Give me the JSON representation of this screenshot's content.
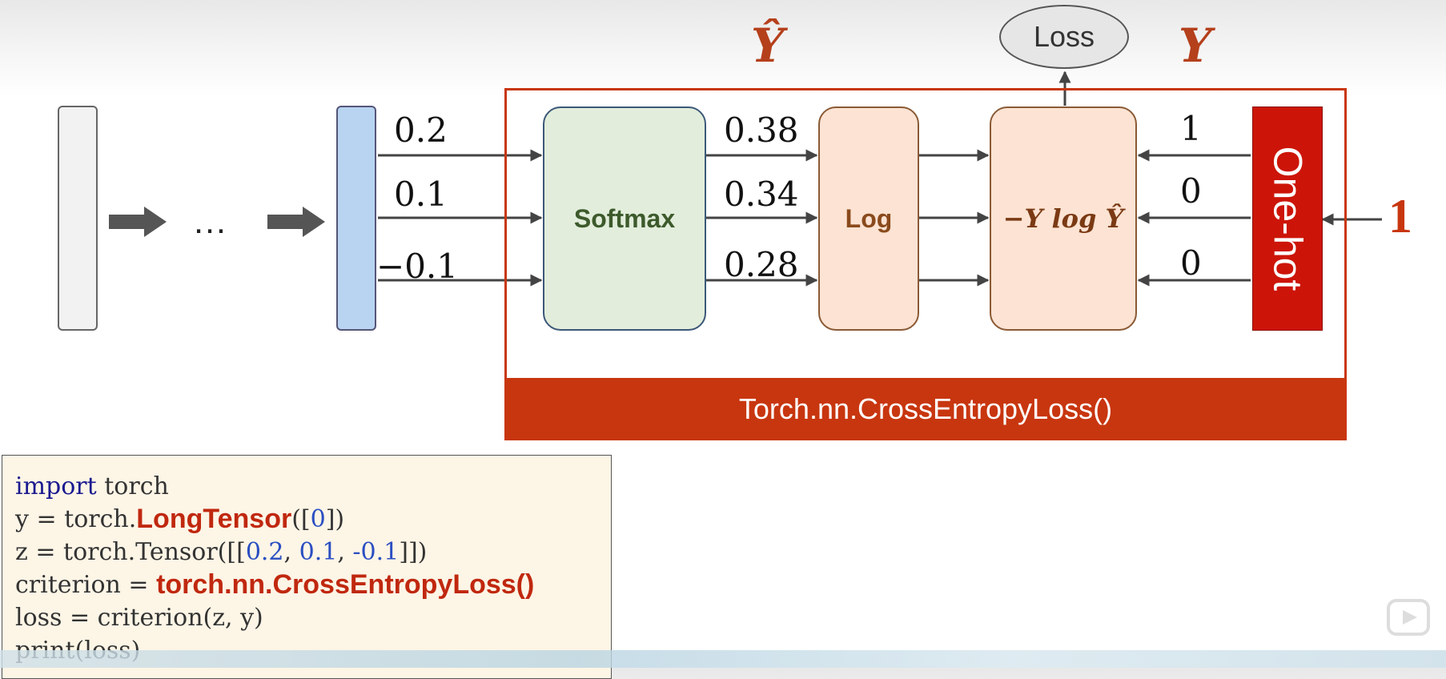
{
  "diagram": {
    "y_hat_label": "Ŷ",
    "y_label": "Y",
    "loss_label": "Loss",
    "input_values": [
      "0.2",
      "0.1",
      "−0.1"
    ],
    "ellipsis": "…",
    "softmax_label": "Softmax",
    "softmax_values": [
      "0.38",
      "0.34",
      "0.28"
    ],
    "log_label": "Log",
    "formula_label": "−Y log Ŷ",
    "onehot_values": [
      "1",
      "0",
      "0"
    ],
    "onehot_label": "One-hot",
    "class_label": "1",
    "module_label": "Torch.nn.CrossEntropyLoss()"
  },
  "code": {
    "l1_kw": "import",
    "l1_rest": " torch",
    "l2_a": "y = torch.",
    "l2_fn": "LongTensor",
    "l2_b": "([",
    "l2_lit": "0",
    "l2_c": "])",
    "l3_a": "z = torch.Tensor([[",
    "l3_v1": "0.2",
    "l3_s1": ", ",
    "l3_v2": "0.1",
    "l3_s2": ", ",
    "l3_v3": "-0.1",
    "l3_b": "]])",
    "l4_a": "criterion = ",
    "l4_fn": "torch.nn.CrossEntropyLoss()",
    "l5": "loss = criterion(z, y)",
    "l6": "print(loss)"
  },
  "colors": {
    "accent": "#c8360f",
    "onehot_fill": "#cc1508",
    "softmax_fill": "#e2eddb",
    "log_fill": "#fce3d3",
    "vector_fill": "#b8d4f0",
    "code_bg": "#fdf5e6"
  }
}
